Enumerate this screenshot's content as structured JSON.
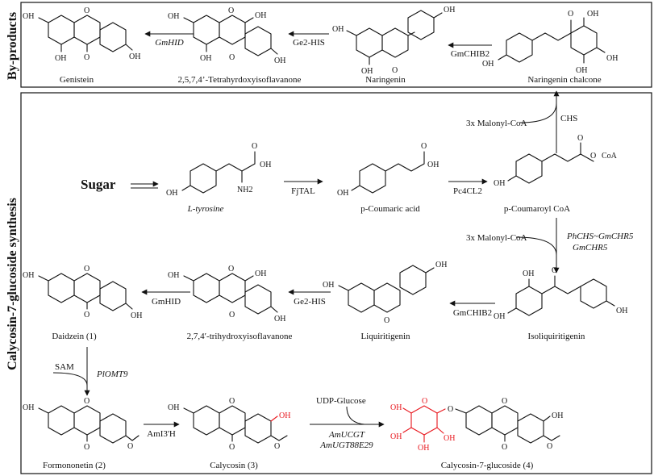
{
  "sections": {
    "byproducts": "By-products",
    "synthesis": "Calycosin-7-glucoside synthesis"
  },
  "compounds": {
    "genistein": "Genistein",
    "tetrahydroxyisoflavanone": "2,5,7,4’-Tetrahyrdoxyisoflavanone",
    "naringenin": "Naringenin",
    "naringenin_chalcone": "Naringenin chalcone",
    "sugar": "Sugar",
    "tyrosine": "L-tyrosine",
    "coumaric": "p-Coumaric acid",
    "coumaroyl": "p-Coumaroyl CoA",
    "daidzein": "Daidzein (1)",
    "trihydroxy": "2,7,4′-trihydroxyisoflavanone",
    "liquiritigenin": "Liquiritigenin",
    "isoliquiritigenin": "Isoliquiritigenin",
    "formononetin": "Formononetin (2)",
    "calycosin": "Calycosin (3)",
    "c7g": "Calycosin-7-glucoside (4)"
  },
  "enzymes": {
    "gmhid_top": "GmHID",
    "ge2his_top": "Ge2-HIS",
    "gmchib2_top": "GmCHIB2",
    "chs": "CHS",
    "malonyl_top": "3x Malonyl-CoA",
    "fjtal": "FjTAL",
    "pc4cl2": "Pc4CL2",
    "malonyl_mid": "3x Malonyl-CoA",
    "phchs": "PhCHS~GmCHR5",
    "gmchr5": "GmCHR5",
    "gmchib2_mid": "GmCHIB2",
    "ge2his_mid": "Ge2-HIS",
    "gmhid_mid": "GmHID",
    "sam": "SAM",
    "plomt9": "PlOMT9",
    "ami3h": "AmI3'H",
    "udp": "UDP-Glucose",
    "amucgt": "AmUCGT",
    "amugt": "AmUGT88E29"
  },
  "atoms": {
    "oh": "OH",
    "o": "O",
    "nh2": "NH2",
    "coa": "CoA"
  },
  "colors": {
    "highlight": "#e8141b",
    "ink": "#111111"
  }
}
